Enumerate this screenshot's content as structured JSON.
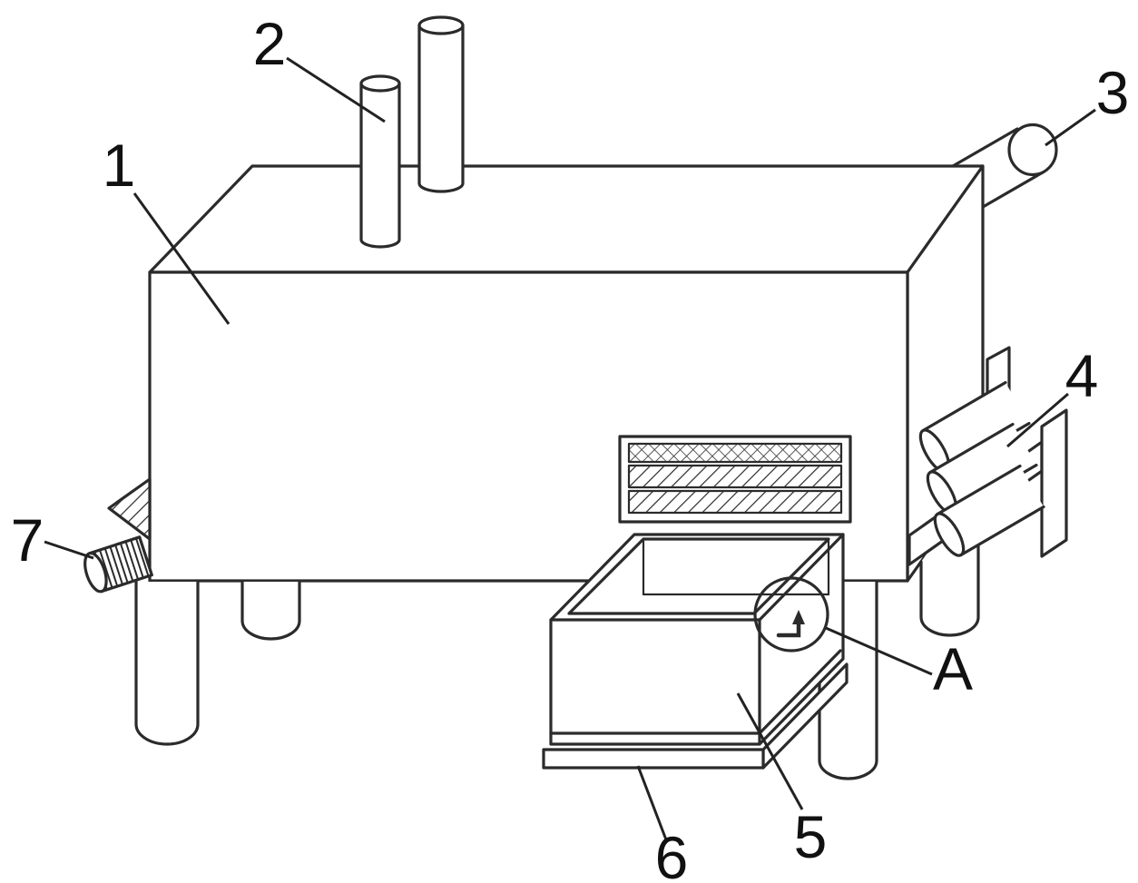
{
  "figure": {
    "background_color": "#ffffff",
    "line_color": "#2b2b2b",
    "label_color": "#111111",
    "labels": [
      {
        "id": "1",
        "text": "1"
      },
      {
        "id": "2",
        "text": "2"
      },
      {
        "id": "3",
        "text": "3"
      },
      {
        "id": "4",
        "text": "4"
      },
      {
        "id": "5",
        "text": "5"
      },
      {
        "id": "6",
        "text": "6"
      },
      {
        "id": "7",
        "text": "7"
      },
      {
        "id": "A",
        "text": "A"
      }
    ]
  }
}
